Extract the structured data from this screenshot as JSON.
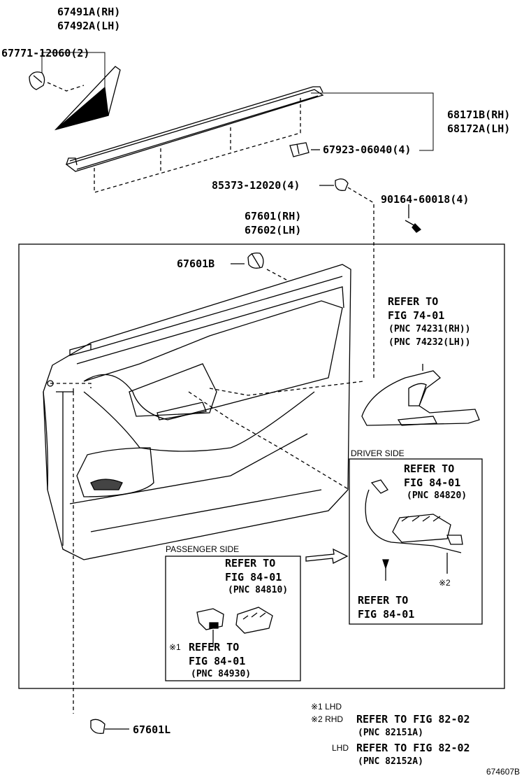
{
  "labels": {
    "p67491a": "67491A(RH)",
    "p67492a": "67492A(LH)",
    "p67771": "67771-12060(2)",
    "p68171b": "68171B(RH)",
    "p68172a": "68172A(LH)",
    "p67923": "67923-06040(4)",
    "p85373": "85373-12020(4)",
    "p90164": "90164-60018(4)",
    "p67601rh": "67601(RH)",
    "p67602lh": "67602(LH)",
    "p67601b": "67601B",
    "p67601l": "67601L",
    "fig7401_l1": "REFER TO",
    "fig7401_l2": "FIG 74-01",
    "fig7401_l3": "(PNC 74231(RH))",
    "fig7401_l4": "(PNC 74232(LH))",
    "driver_side": "DRIVER SIDE",
    "drv_ref1_l1": "REFER TO",
    "drv_ref1_l2": "FIG 84-01",
    "drv_ref1_l3": "(PNC 84820)",
    "drv_ref2_l1": "REFER TO",
    "drv_ref2_l2": "FIG 84-01",
    "drv_note2": "※2",
    "passenger_side": "PASSENGER SIDE",
    "pas_ref1_l1": "REFER TO",
    "pas_ref1_l2": "FIG 84-01",
    "pas_ref1_l3": "(PNC 84810)",
    "pas_note1": "※1",
    "pas_ref2_l1": "REFER TO",
    "pas_ref2_l2": "FIG 84-01",
    "pas_ref2_l3": "(PNC 84930)",
    "legend1_mark": "※1 LHD",
    "legend2_mark": "※2 RHD",
    "legend2_text": "REFER TO FIG 82-02",
    "legend2_pnc": "(PNC 82151A)",
    "legend3_mark": "LHD",
    "legend3_text": "REFER TO FIG 82-02",
    "legend3_pnc": "(PNC 82152A)",
    "diagram_id": "674607B"
  }
}
